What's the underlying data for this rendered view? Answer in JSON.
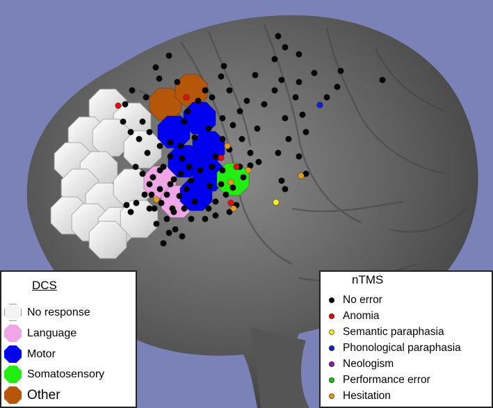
{
  "colors": {
    "background": "#7b82b8",
    "brain": "#6e6e6e",
    "no_response": "#f2f2f2",
    "language": "#f0a6e6",
    "motor": "#0000ee",
    "somatosensory": "#22ee11",
    "other": "#b5560b",
    "no_error": "#050505",
    "anomia": "#dd1111",
    "semantic_paraphasia": "#eeee22",
    "phonological_paraphasia": "#1122cc",
    "neologism": "#8822aa",
    "performance_error": "#22bb22",
    "hesitation": "#e39b1a"
  },
  "dcs_legend": {
    "title": "DCS",
    "items": [
      {
        "label": "No response",
        "color": "#f2f2f2",
        "icon": "octagon"
      },
      {
        "label": "Language",
        "color": "#f0a6e6",
        "icon": "octagon"
      },
      {
        "label": "Motor",
        "color": "#0000ee",
        "icon": "octagon"
      },
      {
        "label": "Somatosensory",
        "color": "#22ee11",
        "icon": "octagon"
      },
      {
        "label": "Other",
        "color": "#b5560b",
        "icon": "octagon"
      }
    ]
  },
  "ntms_legend": {
    "title": "nTMS",
    "items": [
      {
        "label": "No error",
        "color": "#050505",
        "icon": "dot"
      },
      {
        "label": "Anomia",
        "color": "#dd1111",
        "icon": "dot"
      },
      {
        "label": "Semantic paraphasia",
        "color": "#eeee22",
        "icon": "dot"
      },
      {
        "label": "Phonological paraphasia",
        "color": "#1122cc",
        "icon": "dot"
      },
      {
        "label": "Neologism",
        "color": "#8822aa",
        "icon": "dot"
      },
      {
        "label": "Performance error",
        "color": "#22bb22",
        "icon": "dot"
      },
      {
        "label": "Hesitation",
        "color": "#e39b1a",
        "icon": "dot"
      }
    ]
  }
}
